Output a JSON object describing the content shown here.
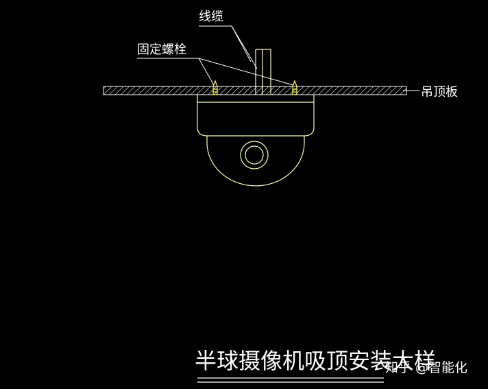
{
  "labels": {
    "cable": "线缆",
    "bolt": "固定螺栓",
    "ceiling": "吊顶板"
  },
  "title": "半球摄像机吸顶安装大样",
  "watermark": "知乎 @智能化",
  "colors": {
    "background": "#000000",
    "line": "#ffffff",
    "camera": "#ffffb0",
    "bolt": "#ffff55",
    "cable": "#ffffcc",
    "label": "#ffffff"
  }
}
